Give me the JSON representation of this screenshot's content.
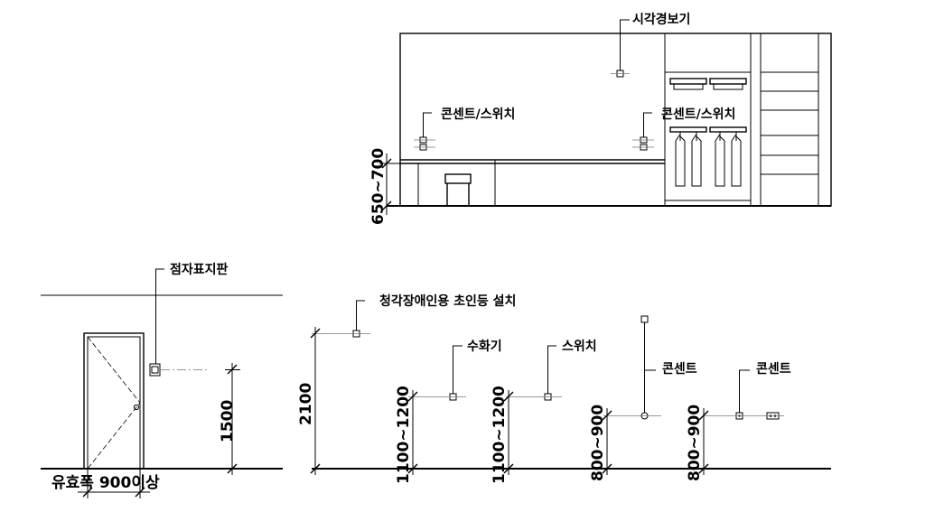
{
  "labels": {
    "visual_alarm": "시각경보기",
    "outlet_switch_left": "콘센트/스위치",
    "outlet_switch_right": "콘센트/스위치",
    "counter_height": "650~700",
    "braille_sign": "점자표지판",
    "effective_width": "유효폭 900이상",
    "braille_height": "1500",
    "bell_install": "청각장애인용 초인등 설치",
    "bell_height": "2100",
    "intercom": "수화기",
    "intercom_height": "1100~1200",
    "switch": "스위치",
    "switch_height": "1100~1200",
    "outlet_a": "콘센트",
    "outlet_a_height": "800~900",
    "outlet_b": "콘센트",
    "outlet_b_height": "800~900"
  }
}
